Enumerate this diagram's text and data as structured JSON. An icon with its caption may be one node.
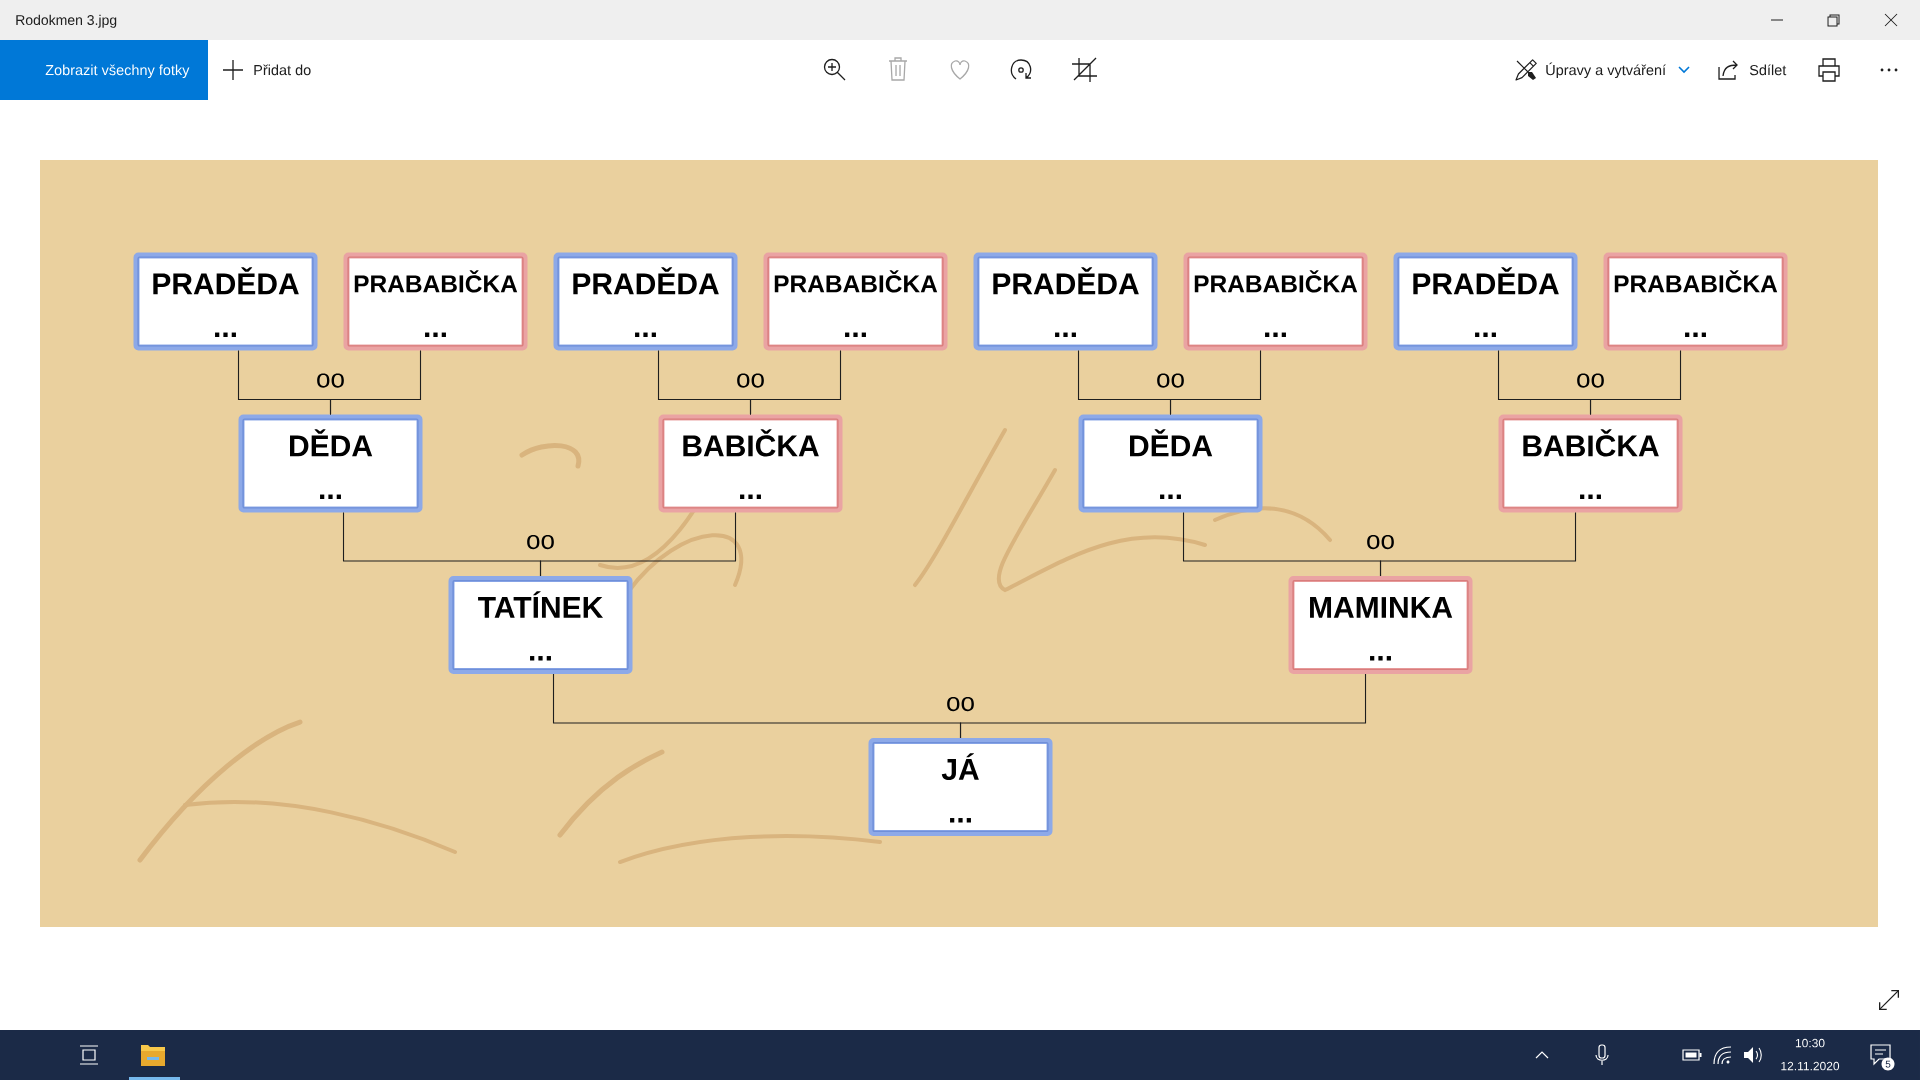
{
  "diagram": {
    "nodes": [
      {
        "text": [
          "PRADĚDA",
          "..."
        ]
      },
      {
        "text": [
          "PRABABIČKA",
          "..."
        ]
      },
      {
        "text": [
          "PRADĚDA",
          "..."
        ]
      },
      {
        "text": [
          "PRABABIČKA",
          "..."
        ]
      },
      {
        "text": [
          "PRADĚDA",
          "..."
        ]
      },
      {
        "text": [
          "PRABABIČKA",
          "..."
        ]
      },
      {
        "text": [
          "PRADĚDA",
          "..."
        ]
      },
      {
        "text": [
          "PRABABIČKA",
          "..."
        ]
      },
      {
        "text": [
          "DĚDA",
          "..."
        ]
      },
      {
        "text": [
          "BABIČKA",
          "..."
        ]
      },
      {
        "text": [
          "DĚDA",
          "..."
        ]
      },
      {
        "text": [
          "BABIČKA",
          "..."
        ]
      },
      {
        "text": [
          "TATÍNEK",
          "..."
        ]
      },
      {
        "text": [
          "MAMINKA",
          "..."
        ]
      },
      {
        "text": [
          "JÁ",
          "..."
        ]
      }
    ],
    "edges": [
      {
        "from": 0,
        "to": 8,
        "arrow": "none",
        "label": "oo"
      },
      {
        "from": 1,
        "to": 8,
        "arrow": "none"
      },
      {
        "from": 2,
        "to": 9,
        "arrow": "none",
        "label": "oo"
      },
      {
        "from": 3,
        "to": 9,
        "arrow": "none"
      },
      {
        "from": 4,
        "to": 10,
        "arrow": "none",
        "label": "oo"
      },
      {
        "from": 5,
        "to": 10,
        "arrow": "none"
      },
      {
        "from": 6,
        "to": 11,
        "arrow": "none",
        "label": "oo"
      },
      {
        "from": 7,
        "to": 11,
        "arrow": "none"
      },
      {
        "from": 8,
        "to": 12,
        "arrow": "none",
        "label": "oo"
      },
      {
        "from": 9,
        "to": 12,
        "arrow": "none"
      },
      {
        "from": 10,
        "to": 13,
        "arrow": "none",
        "label": "oo"
      },
      {
        "from": 11,
        "to": 13,
        "arrow": "none"
      },
      {
        "from": 12,
        "to": 14,
        "arrow": "none",
        "label": "oo"
      },
      {
        "from": 13,
        "to": 14,
        "arrow": "none"
      }
    ],
    "labels": [
      "Rodokmen 3.jpg",
      "Zobrazit všechny fotky",
      "Přidat do",
      "Úpravy a vytváření",
      "Sdílet",
      "10:30",
      "12.11.2020",
      "5"
    ]
  }
}
